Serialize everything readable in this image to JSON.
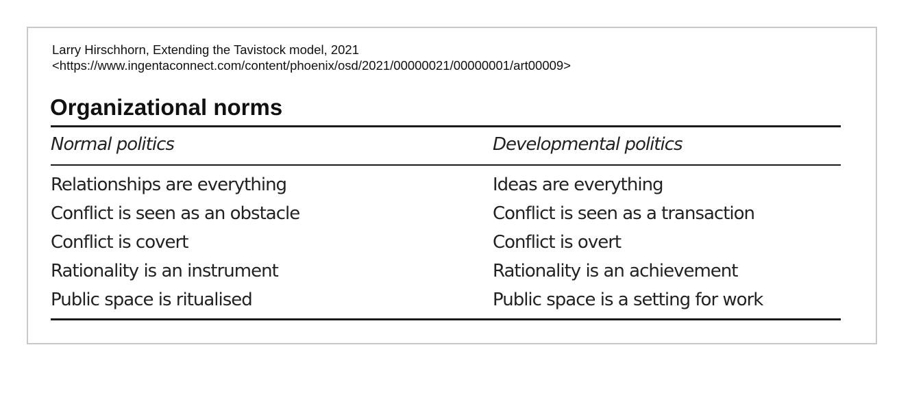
{
  "citation": {
    "line1": "Larry Hirschhorn, Extending the Tavistock model, 2021",
    "line2": "<https://www.ingentaconnect.com/content/phoenix/osd/2021/00000021/00000001/art00009>"
  },
  "table": {
    "title": "Organizational norms",
    "columns": [
      "Normal politics",
      "Developmental politics"
    ],
    "rows": [
      [
        "Relationships are everything",
        "Ideas are everything"
      ],
      [
        "Conflict is seen as an obstacle",
        "Conflict is seen as a transaction"
      ],
      [
        "Conflict is covert",
        "Conflict is overt"
      ],
      [
        "Rationality is an instrument",
        "Rationality is an achievement"
      ],
      [
        "Public space is ritualised",
        "Public space is a setting for work"
      ]
    ]
  }
}
